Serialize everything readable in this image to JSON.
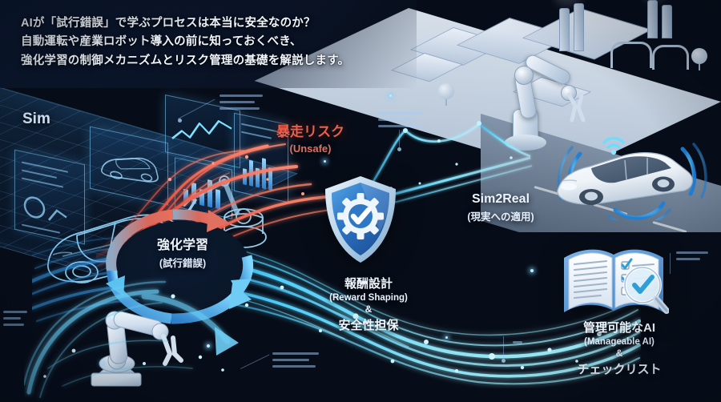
{
  "headline": {
    "lines": [
      "AIが「試行錯誤」で学ぶプロセスは本当に安全なのか？",
      "自動運転や産業ロボット導入の前に知っておくべき、",
      "強化学習の制御メカニズムとリスク管理の基礎を解説します。"
    ]
  },
  "labels": {
    "sim": "Sim",
    "risk_main": "暴走リスク",
    "risk_sub": "(Unsafe)",
    "loop_main": "強化学習",
    "loop_sub": "(試行錯誤)",
    "reward_main": "報酬設計",
    "reward_sub": "(Reward Shaping)",
    "reward_amp": "&",
    "reward_second": "安全性担保",
    "sim2real_main": "Sim2Real",
    "sim2real_sub": "(現実への適用)",
    "manageable_main": "管理可能なAI",
    "manageable_sub": "(Manageable AI)",
    "manageable_amp": "&",
    "manageable_second": "チェックリスト"
  },
  "icons": {
    "shield": "shield-gear-check-icon",
    "book": "open-book-checklist-icon",
    "magnifier": "magnifier-check-icon",
    "car": "autonomous-car-icon",
    "factory": "isometric-factory-icon",
    "robot_arm": "robot-arm-icon",
    "bridge": "suspension-bridge-icon",
    "loop": "circular-feedback-loop-icon"
  },
  "colors": {
    "background": "#0b1730",
    "accent_cyan": "#55c8f5",
    "accent_blue": "#2f7fd0",
    "risk_red": "#e8614f",
    "text_primary": "#f0f6ff",
    "shield_blue": "#2a6fc0",
    "metal_light": "#dfe8f2"
  }
}
